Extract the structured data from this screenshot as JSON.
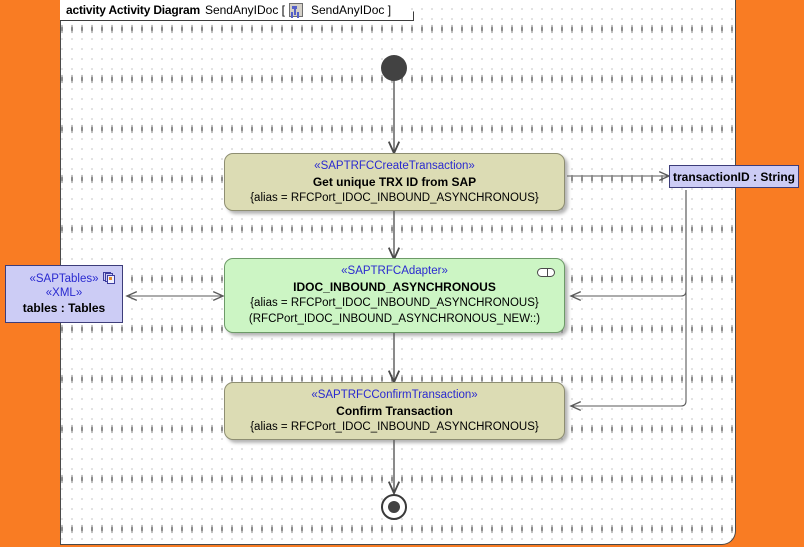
{
  "frame": {
    "keyword": "activity Activity Diagram",
    "name": "SendAnyIDoc [",
    "icon": "activity-diagram-icon",
    "qualified_name": "SendAnyIDoc ]"
  },
  "colors": {
    "canvas_background": "#f97c23",
    "frame_background": "#ffffff",
    "action_beige": "#dcdcb4",
    "action_green": "#ccf5c4",
    "object_lilac": "#ccccf5",
    "stereotype_text": "#2a2ad0",
    "node_dark": "#424242"
  },
  "nodes": {
    "initial": {
      "label": "initial-node"
    },
    "final": {
      "label": "activity-final-node"
    },
    "create_transaction": {
      "stereotype": "«SAPTRFCCreateTransaction»",
      "name": "Get unique TRX ID from SAP",
      "properties": "{alias = RFCPort_IDOC_INBOUND_ASYNCHRONOUS}"
    },
    "adapter": {
      "stereotype": "«SAPTRFCAdapter»",
      "name": "IDOC_INBOUND_ASYNCHRONOUS",
      "properties": "{alias = RFCPort_IDOC_INBOUND_ASYNCHRONOUS}",
      "properties2": "(RFCPort_IDOC_INBOUND_ASYNCHRONOUS_NEW::)",
      "icon": "port-icon"
    },
    "confirm_transaction": {
      "stereotype": "«SAPTRFCConfirmTransaction»",
      "name": "Confirm Transaction",
      "properties": "{alias = RFCPort_IDOC_INBOUND_ASYNCHRONOUS}"
    },
    "tables_object": {
      "stereotype1": "«SAPTables»",
      "stereotype2": "«XML»",
      "name": "tables : Tables",
      "icon": "stacked-documents-icon"
    },
    "transaction_id_object": {
      "name": "transactionID : String"
    }
  }
}
